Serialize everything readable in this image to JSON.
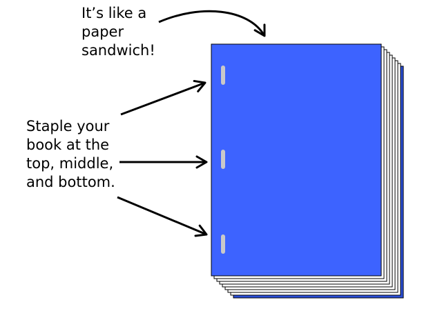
{
  "captions": {
    "sandwich_lines": [
      "It’s like a",
      "paper",
      "sandwich!"
    ],
    "staple_lines": [
      "Staple your",
      "book at the",
      "top, middle,",
      "and bottom."
    ]
  },
  "colors": {
    "cover": "#3d63ff",
    "back_cover": "#2b4fd8",
    "page_fill": "#ffffff",
    "outline": "#000000",
    "staple": "#c9c9c9",
    "arrow": "#000000"
  },
  "stack": {
    "page_count": 8,
    "staple_count": 3
  }
}
